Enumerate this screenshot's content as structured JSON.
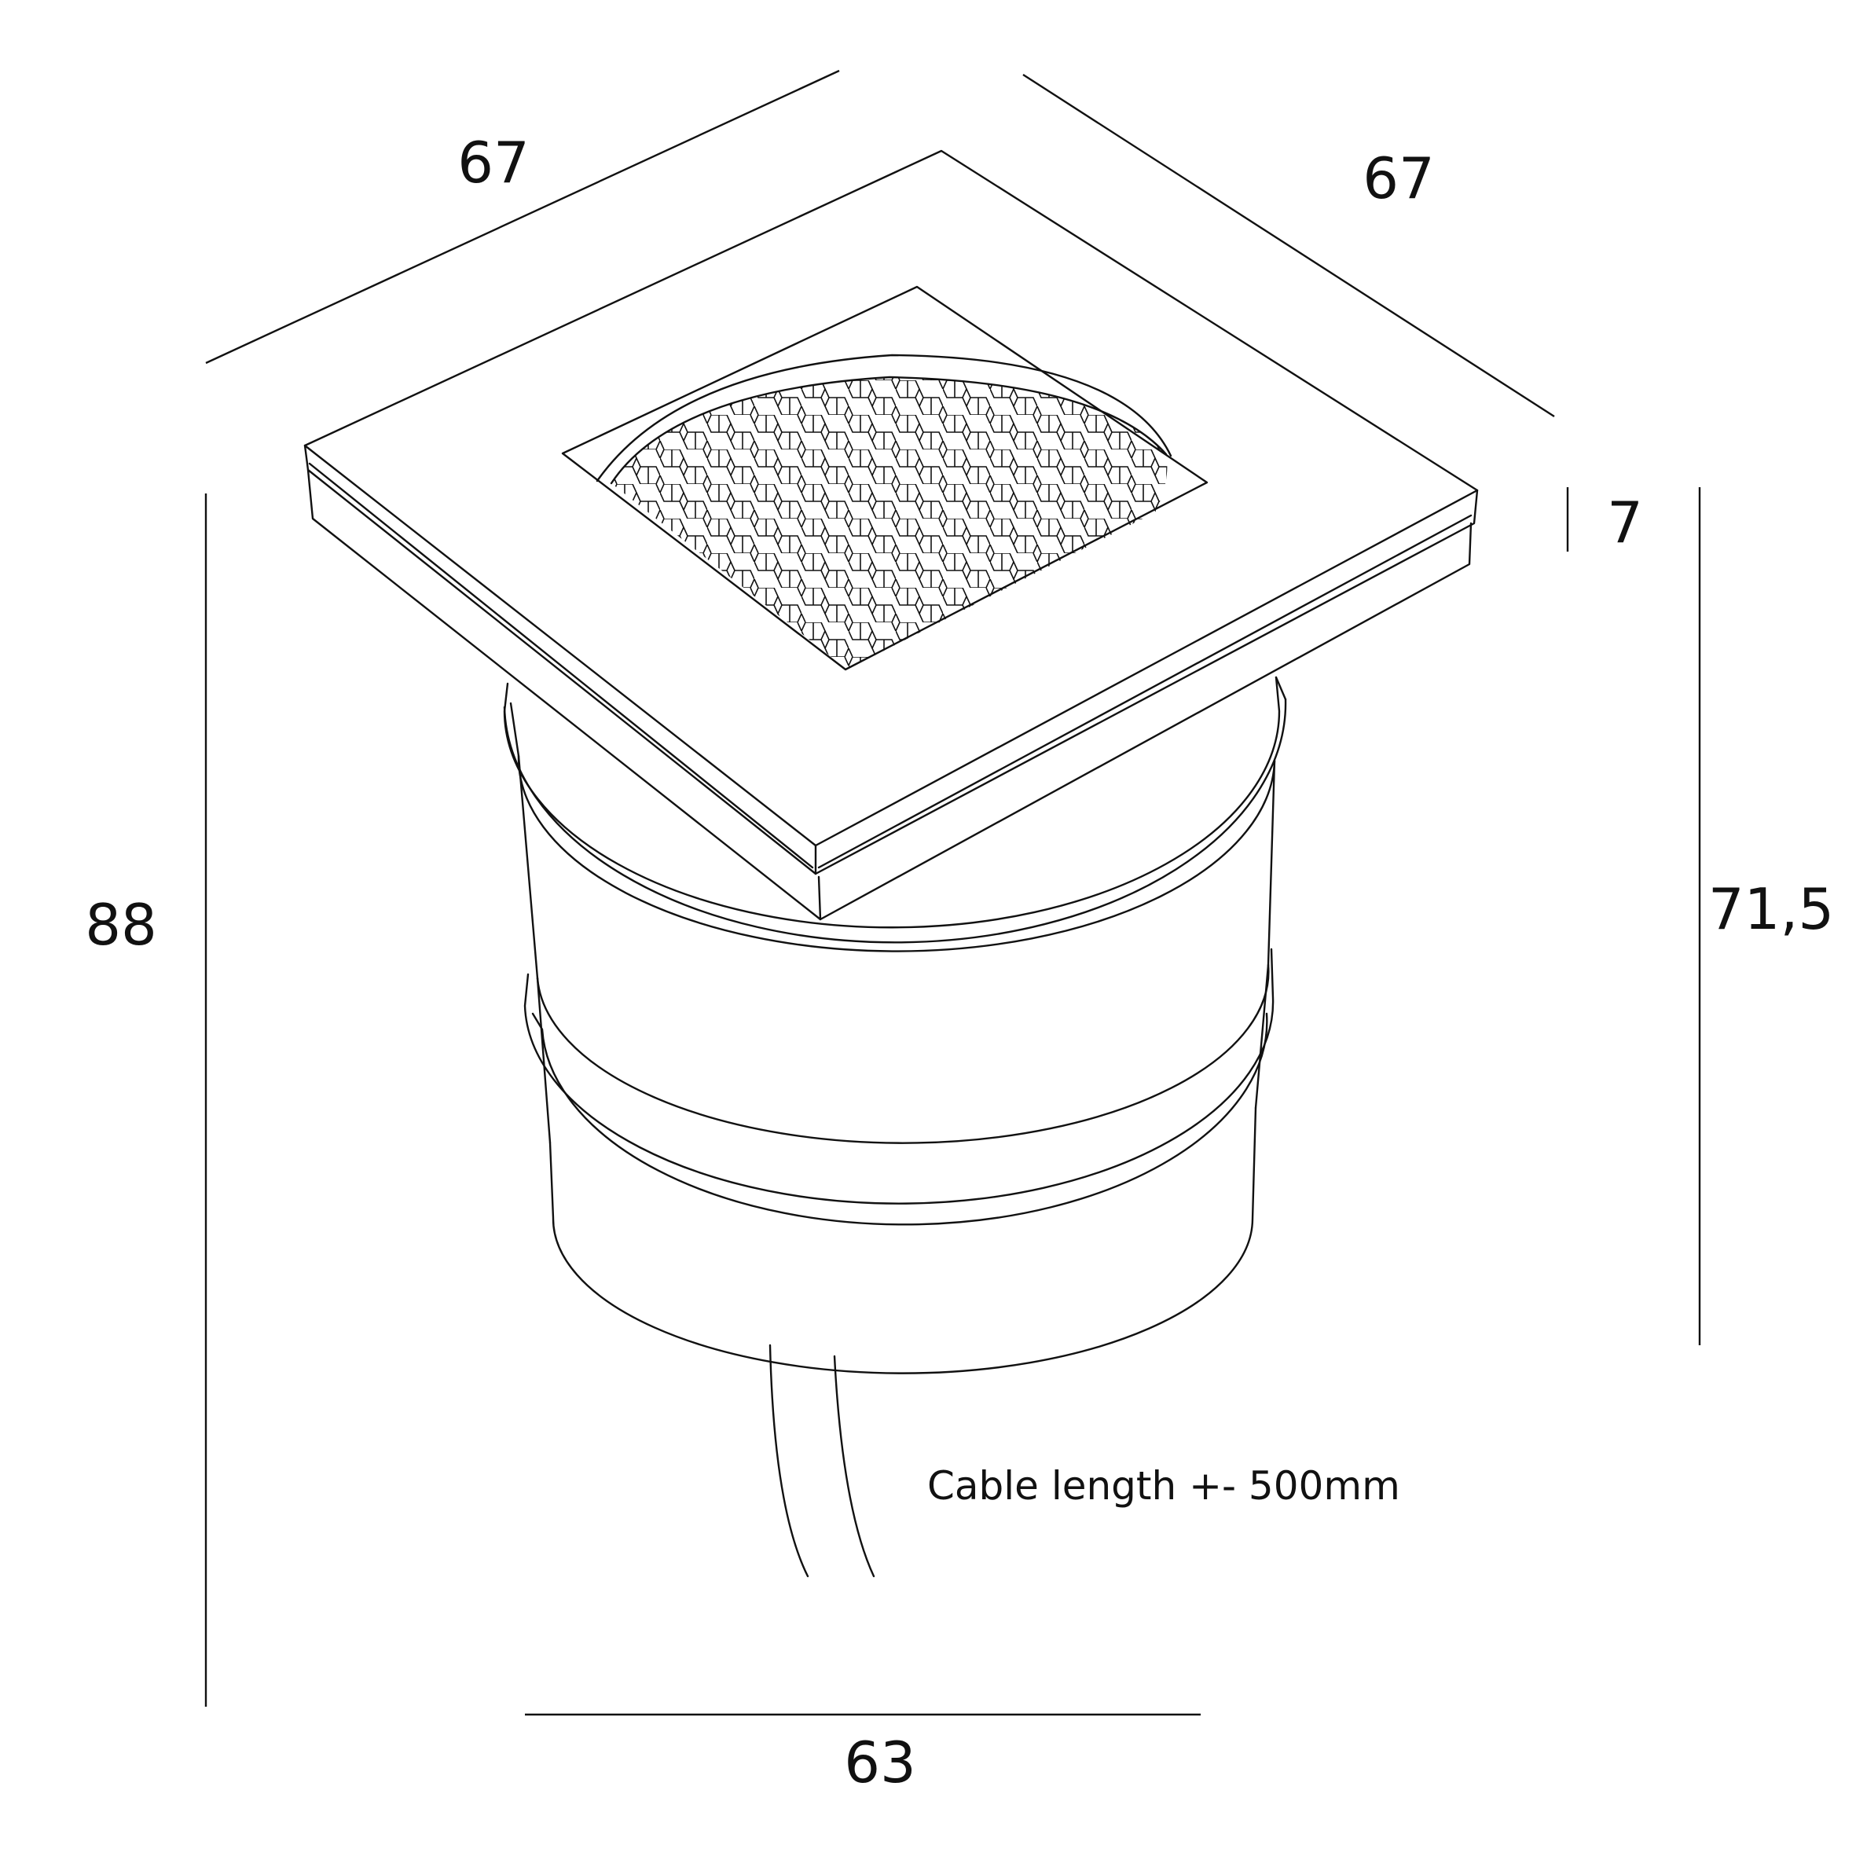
{
  "dimensions": {
    "top_left_width": "67",
    "top_right_depth": "67",
    "frame_thickness": "7",
    "total_height": "88",
    "body_height": "71,5",
    "body_diameter": "63"
  },
  "note": "Cable length +- 500mm"
}
